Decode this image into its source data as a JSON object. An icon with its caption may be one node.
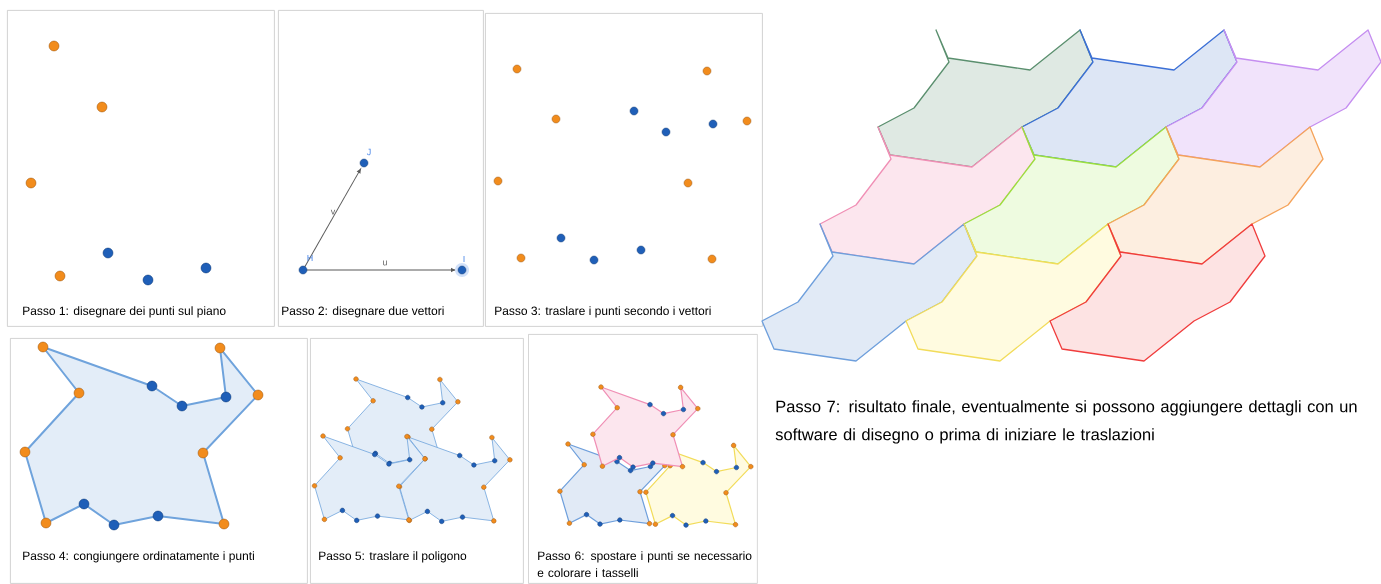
{
  "diagram": {
    "nodes": [
      {
        "text": [
          "Passo 1: disegnare dei punti sul piano"
        ]
      },
      {
        "text": [
          "Passo 2: disegnare due vettori"
        ]
      },
      {
        "text": [
          "Passo 3: traslare i punti secondo i vettori"
        ]
      },
      {
        "text": [
          "Passo 4: congiungere ordinatamente i punti"
        ]
      },
      {
        "text": [
          "Passo 5: traslare il poligono"
        ]
      },
      {
        "text": [
          "Passo 6: spostare i punti se necessario e colorare i tasselli"
        ]
      }
    ],
    "labels": [
      "J",
      "v",
      "H",
      "u",
      "I",
      "Passo 7: risultato finale, eventualmente si possono aggiungere dettagli con un software di disegno o prima di iniziare le traslazioni"
    ]
  }
}
